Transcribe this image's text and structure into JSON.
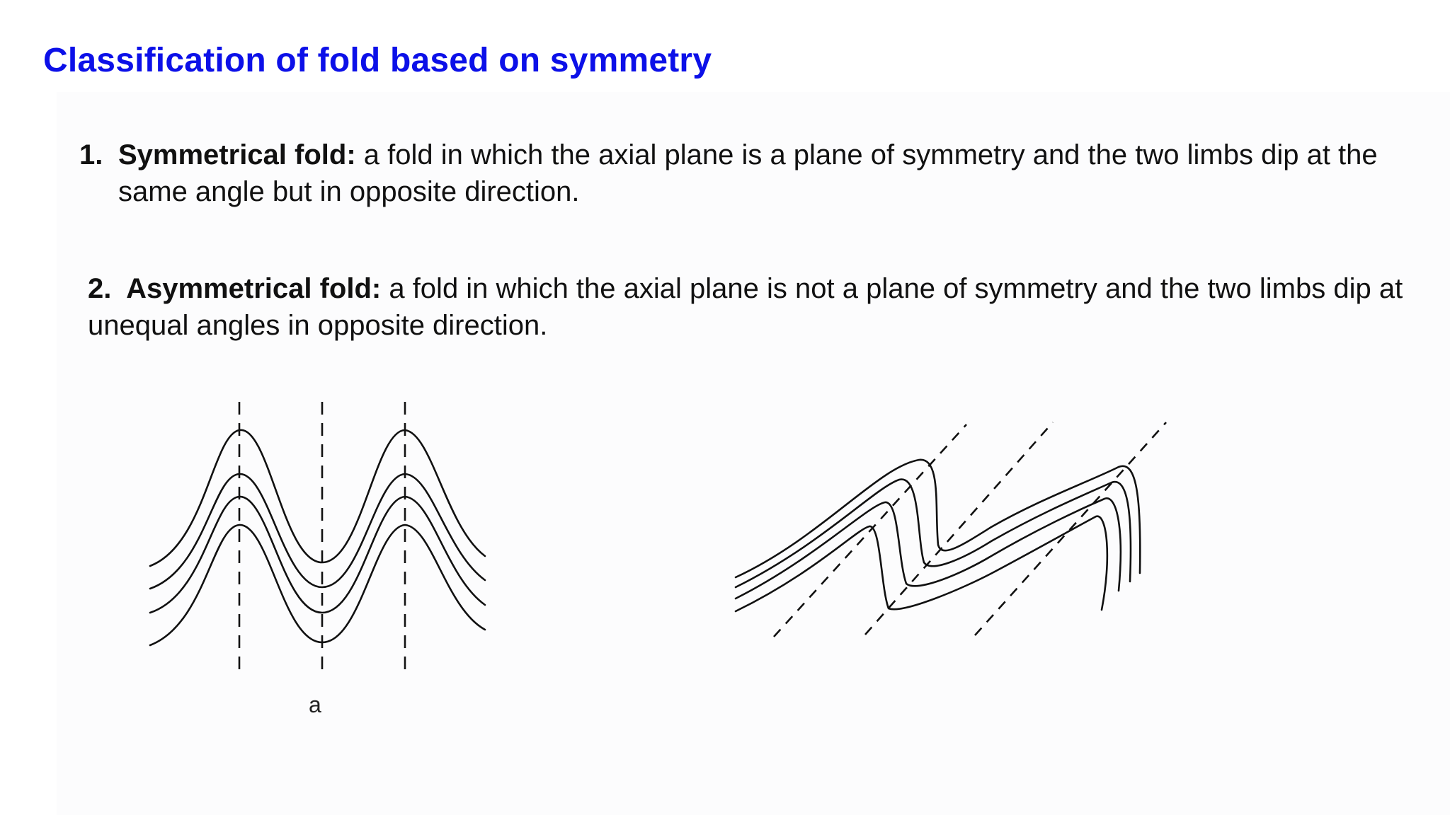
{
  "slide": {
    "title": "Classification of fold based on symmetry",
    "items": [
      {
        "number": "1.",
        "term": "Symmetrical fold:",
        "definition": " a fold in which the axial plane is a plane of symmetry and the two limbs dip at the same angle but in opposite direction."
      },
      {
        "number": "2.",
        "term": "Asymmetrical fold:",
        "definition": " a fold in which the axial plane is not a plane of symmetry and the two limbs dip at unequal angles in opposite direction."
      }
    ]
  },
  "figures": {
    "symmetrical_label": "a"
  },
  "colors": {
    "title": "#0c10e8",
    "text": "#111111",
    "line": "#111111"
  }
}
